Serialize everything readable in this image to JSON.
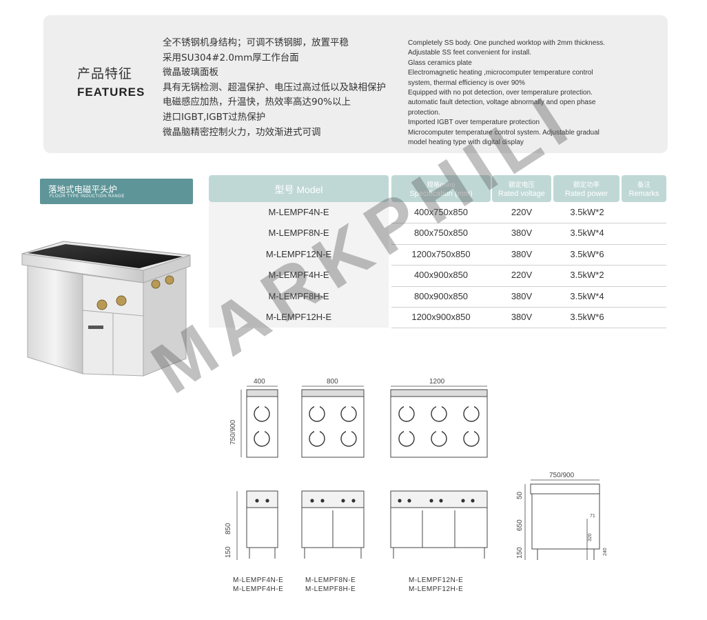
{
  "features": {
    "title_cn": "产品特征",
    "title_en": "FEATURES",
    "items_cn": [
      "全不锈钢机身结构；可调不锈钢脚，放置平稳",
      "采用SU304#2.0mm厚工作台面",
      "微晶玻璃面板",
      "具有无锅检测、超温保护、电压过高过低以及缺相保护",
      "电磁感应加热，升温快，热效率高达90%以上",
      "进口IGBT,IGBT过热保护",
      "微晶脑精密控制火力，功效渐进式可调"
    ],
    "items_en": [
      "Completely SS body. One punched  worktop with 2mm thickness.",
      " Adjustable SS feet convenient for install.",
      " Glass ceramics plate",
      "Electromagnetic heating ,microcomputer temperature control",
      "system, thermal efficiency is over 90%",
      "Equipped with no pot  detection, over temperature protection.",
      "automatic fault detection, voltage abnormally  and open phase",
      "protection.",
      "Imported IGBT over temperature  protection",
      "Microcomputer temperature control system. Adjustable gradual",
      "model heating  type  with digital display"
    ]
  },
  "category": {
    "cn": "落地式电磁平头炉",
    "en": "FLOOR TYPE INDUCTION RANGE"
  },
  "table": {
    "headers": {
      "model": "型号 Model",
      "spec_cn": "规格(mm)",
      "spec_en": "Specification (mm)",
      "volt_cn": "额定电压",
      "volt_en": "Rated voltage",
      "power_cn": "额定功率",
      "power_en": "Rated power",
      "remarks_cn": "备注",
      "remarks_en": "Remarks"
    },
    "rows": [
      {
        "model": "M-LEMPF4N-E",
        "spec": "400x750x850",
        "voltage": "220V",
        "power": "3.5kW*2"
      },
      {
        "model": "M-LEMPF8N-E",
        "spec": "800x750x850",
        "voltage": "380V",
        "power": "3.5kW*4"
      },
      {
        "model": "M-LEMPF12N-E",
        "spec": "1200x750x850",
        "voltage": "380V",
        "power": "3.5kW*6"
      },
      {
        "model": "M-LEMPF4H-E",
        "spec": "400x900x850",
        "voltage": "220V",
        "power": "3.5kW*2"
      },
      {
        "model": "M-LEMPF8H-E",
        "spec": "800x900x850",
        "voltage": "380V",
        "power": "3.5kW*4"
      },
      {
        "model": "M-LEMPF12H-E",
        "spec": "1200x900x850",
        "voltage": "380V",
        "power": "3.5kW*6"
      }
    ]
  },
  "drawings": {
    "width_400": "400",
    "width_800": "800",
    "width_1200": "1200",
    "depth_label": "750/900",
    "height_850": "850",
    "leg_150": "150",
    "side_depth": "750/900",
    "side_50": "50",
    "side_650": "650",
    "side_150": "150",
    "side_71": "71",
    "side_320": "320",
    "side_240": "240"
  },
  "captions": {
    "c1a": "M-LEMPF4N-E",
    "c1b": "M-LEMPF4H-E",
    "c2a": "M-LEMPF8N-E",
    "c2b": "M-LEMPF8H-E",
    "c3a": "M-LEMPF12N-E",
    "c3b": "M-LEMPF12H-E"
  },
  "watermark": "MARKPHILI",
  "colors": {
    "panel_bg": "#eeeeee",
    "tag_bg": "#5e9598",
    "header_bg": "#bfd8d6"
  }
}
